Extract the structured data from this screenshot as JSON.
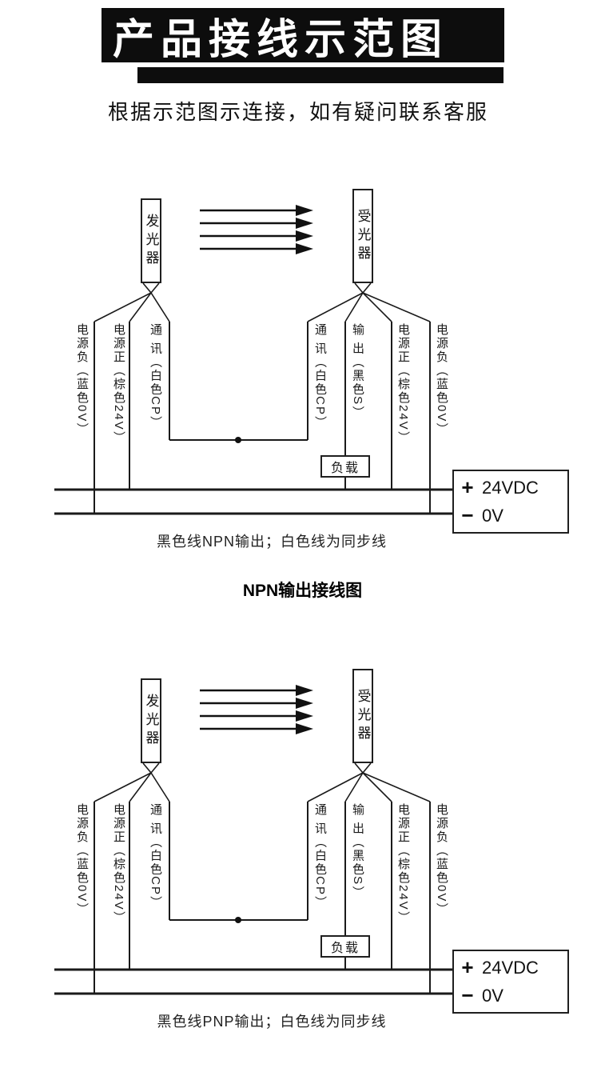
{
  "header": {
    "title": "产品接线示范图",
    "subtitle": "根据示范图示连接，如有疑问联系客服"
  },
  "colors": {
    "banner_bg": "#0d0d0d",
    "banner_text": "#ffffff",
    "line": "#1a1a1a"
  },
  "icons": {
    "beam-arrow": "→",
    "beam_arrow_count": 4
  },
  "diagram1": {
    "emitter_label": "发光器",
    "receiver_label": "受光器",
    "wires_left": [
      "电源负（蓝色0V）",
      "电源正（棕色24V）",
      "通 讯（白色CP）"
    ],
    "wires_right": [
      "通 讯（白色CP）",
      "输 出（黑色S）",
      "电源正（棕色24V）",
      "电源负（蓝色0V）"
    ],
    "load_label": "负载",
    "power": {
      "plus_sign": "+",
      "plus_label": "24VDC",
      "minus_sign": "−",
      "minus_label": "0V"
    },
    "caption": "黑色线NPN输出；白色线为同步线",
    "section_title": "NPN输出接线图"
  },
  "diagram2": {
    "emitter_label": "发光器",
    "receiver_label": "受光器",
    "wires_left": [
      "电源负（蓝色0V）",
      "电源正（棕色24V）",
      "通 讯（白色CP）"
    ],
    "wires_right": [
      "通 讯（白色CP）",
      "输 出（黑色S）",
      "电源正（棕色24V）",
      "电源负（蓝色0V）"
    ],
    "load_label": "负载",
    "power": {
      "plus_sign": "+",
      "plus_label": "24VDC",
      "minus_sign": "−",
      "minus_label": "0V"
    },
    "caption": "黑色线PNP输出；白色线为同步线"
  }
}
